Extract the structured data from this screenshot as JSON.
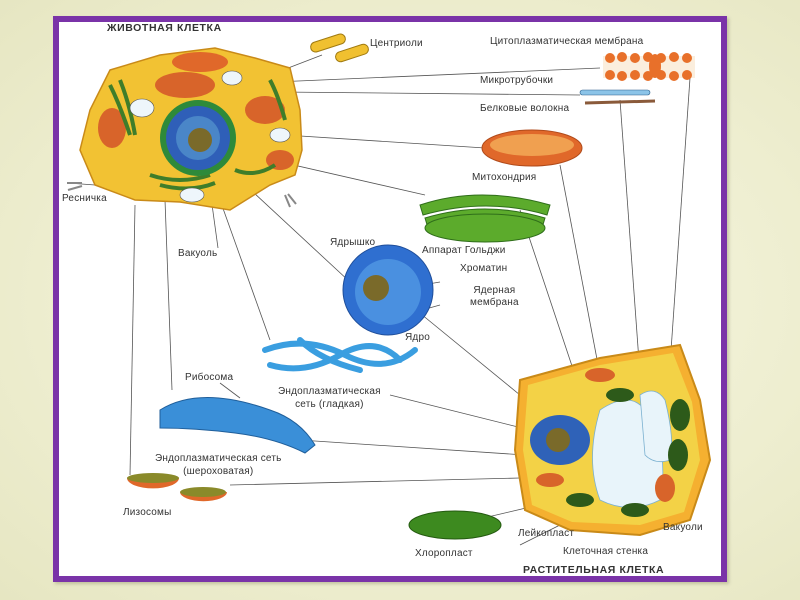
{
  "diagram": {
    "animal_cell_title": "ЖИВОТНАЯ КЛЕТКА",
    "plant_cell_title": "РАСТИТЕЛЬНАЯ КЛЕТКА",
    "labels": {
      "centrioles": "Центриоли",
      "cytoplasmic_membrane": "Цитоплазматическая мембрана",
      "microtubules": "Микротрубочки",
      "protein_fibers": "Белковые волокна",
      "mitochondrion": "Митохондрия",
      "golgi": "Аппарат Гольджи",
      "nucleolus": "Ядрышко",
      "chromatin": "Хроматин",
      "nuclear_membrane_1": "Ядерная",
      "nuclear_membrane_2": "мембрана",
      "nucleus": "Ядро",
      "cilium": "Ресничка",
      "vacuole": "Вакуоль",
      "ribosome": "Рибосома",
      "smooth_er_1": "Эндоплазматическая",
      "smooth_er_2": "сеть (гладкая)",
      "rough_er_1": "Эндоплазматическая сеть",
      "rough_er_2": "(шероховатая)",
      "lysosomes": "Лизосомы",
      "chloroplast": "Хлоропласт",
      "leucoplast": "Лейкопласт",
      "vacuoles": "Вакуоли",
      "cell_wall": "Клеточная стенка"
    },
    "colors": {
      "frame": "#7a33a8",
      "cytoplasm": "#f2c233",
      "mitochondria": "#e0682a",
      "golgi": "#5cab2c",
      "nucleus": "#3a7fd0",
      "er": "#3a9ee0",
      "chloroplast": "#3d8a1f"
    }
  }
}
